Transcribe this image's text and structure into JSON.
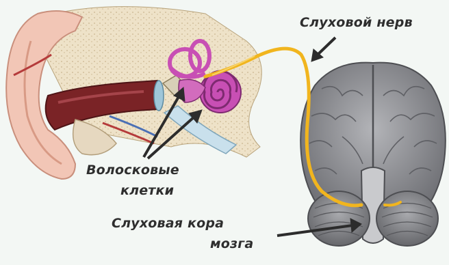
{
  "labels": {
    "auditory_nerve": "Слуховой нерв",
    "hair_cells_line1": "Волосковые",
    "hair_cells_line2": "клетки",
    "auditory_cortex_line1": "Слуховая кора",
    "auditory_cortex_line2": "мозга"
  },
  "colors": {
    "background": "#f3f7f4",
    "nerve": "#f1b51e",
    "cochlea": "#c84fb4",
    "canal": "#7a2326",
    "ear_skin": "#f2c6b6",
    "bone": "#eee2c8",
    "brain": "#8e8f94",
    "arrow": "#2c2c2c"
  }
}
